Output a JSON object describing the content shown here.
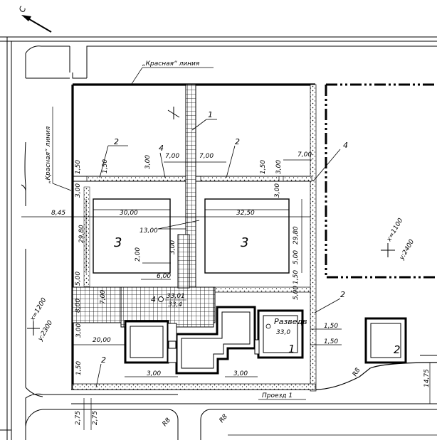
{
  "north_arrow": {
    "label": "С"
  },
  "labels": {
    "red_line_top": "„Красная“ линия",
    "red_line_left": "„Красная“ линия",
    "proezd": "Проезд 1",
    "razved": "Разведв"
  },
  "legend_marks": {
    "m1": "1",
    "m2a": "2",
    "m2b": "2",
    "m2c": "2",
    "m2d": "2",
    "m4a": "4",
    "m4b": "4"
  },
  "buildings": {
    "b3_left": "3",
    "b3_right": "3",
    "b4": "4",
    "b4_elev_top": "33,01",
    "b4_elev_bottom": "33,4",
    "b1": "1",
    "b1_elev": "33,0",
    "b2": "2"
  },
  "coordinates": {
    "c1_x": "x=1200",
    "c1_y": "y:2300",
    "c2_x": "x=1100",
    "c2_y": "y:2400"
  },
  "dimensions": {
    "d_7_00_a": "7,00",
    "d_7_00_b": "7,00",
    "d_7_00_c": "7,00",
    "d_7_00_d": "7,00",
    "d_3_00_a": "3,00",
    "d_3_00_b": "3,00",
    "d_3_00_c": "3,00",
    "d_3_00_d": "3,00",
    "d_3_00_e": "3,00",
    "d_3_00_f": "3,00",
    "d_3_00_g": "3,00",
    "d_3_00_h": "3,00",
    "d_1_50_a": "1,50",
    "d_1_50_b": "1,50",
    "d_1_50_c": "1,50",
    "d_1_50_d": "1,50",
    "d_1_50_e": "1,50",
    "d_1_50_f": "1,50",
    "d_1_50_g": "1,50",
    "d_8_45": "8,45",
    "d_30_00": "30,00",
    "d_32_50": "32,50",
    "d_13_00": "13,00",
    "d_29_80_a": "29,80",
    "d_29_80_b": "29,80",
    "d_2_00": "2,00",
    "d_6_00": "6,00",
    "d_20_00": "20,00",
    "d_5_00_a": "5,00",
    "d_5_00_b": "5,00",
    "d_5_00_c": "5,00",
    "d_8_00": "8,00",
    "d_14_75": "14,75",
    "d_2_75_a": "2,75",
    "d_2_75_b": "2,75",
    "r8_a": "R8",
    "r8_b": "R8",
    "r8_c": "R8"
  }
}
